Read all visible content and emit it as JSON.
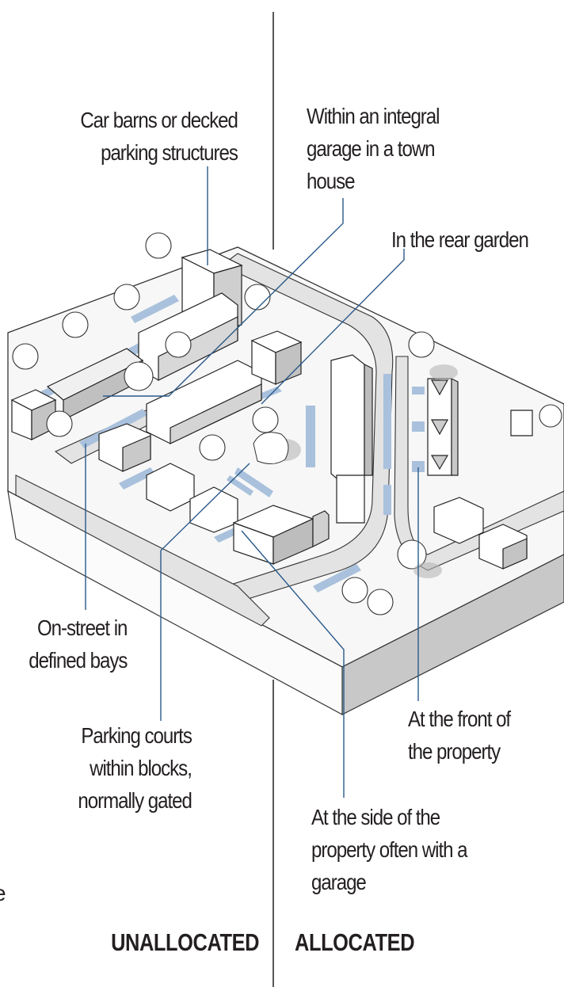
{
  "colors": {
    "leader_line": "#2a5a8a",
    "divider": "#231f20",
    "parking_bay": "#a9c1dc",
    "shadow": "#b5b5b5",
    "ground": "#e6e6e6",
    "edge": "#c8c8c8"
  },
  "labels": {
    "car_barns": "Car barns or decked\nparking structures",
    "integral_garage": "Within an integral\ngarage in a town\nhouse",
    "rear_garden": "In the rear garden",
    "on_street": "On-street in\ndefined bays",
    "parking_courts": "Parking courts\nwithin blocks,\nnormally gated",
    "front_property": "At the front of\nthe property",
    "side_property": "At the side of the\nproperty often with a\ngarage",
    "stray_fragment": "e"
  },
  "headings": {
    "unallocated": "UNALLOCATED",
    "allocated": "ALLOCATED"
  },
  "icons": {
    "trees": "tree-icon",
    "buildings": "building-icon"
  }
}
